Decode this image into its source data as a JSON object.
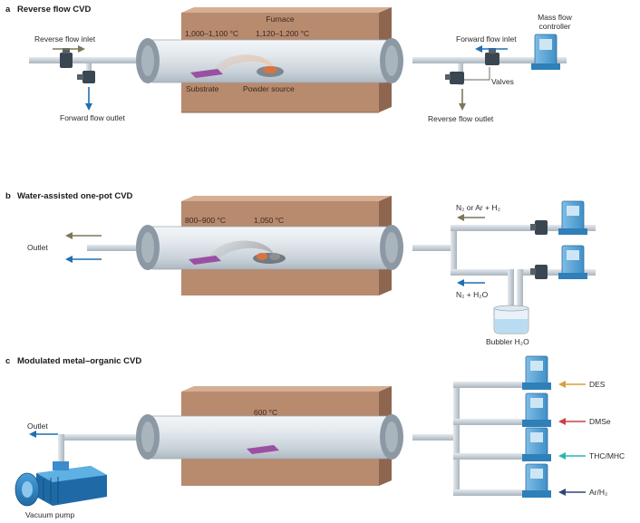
{
  "panel_a": {
    "letter": "a",
    "title": "Reverse flow CVD",
    "furnace": "Furnace",
    "temp_left": "1,000–1,100 °C",
    "temp_right": "1,120–1,200 °C",
    "substrate": "Substrate",
    "powder_source": "Powder source",
    "reverse_flow_inlet": "Reverse flow inlet",
    "forward_flow_outlet": "Forward flow outlet",
    "forward_flow_inlet": "Forward flow inlet",
    "reverse_flow_outlet": "Reverse flow outlet",
    "valves": "Valves",
    "mfc_line1": "Mass flow",
    "mfc_line2": "controller"
  },
  "panel_b": {
    "letter": "b",
    "title": "Water-assisted one-pot CVD",
    "temp_left": "800–900 °C",
    "temp_right": "1,050 °C",
    "outlet": "Outlet",
    "gas1": "N₂ or Ar + H₂",
    "gas2": "N₂ + H₂O",
    "bubbler": "Bubbler H₂O"
  },
  "panel_c": {
    "letter": "c",
    "title": "Modulated metal–organic CVD",
    "temp": "600 °C",
    "outlet": "Outlet",
    "vacuum_pump": "Vacuum pump",
    "precursors": [
      "DES",
      "DMSe",
      "THC/MHC",
      "Ar/H₂"
    ]
  },
  "colors": {
    "furnace": "#b88a6e",
    "tube": "#dfe5ea",
    "flange": "#8c99a4",
    "substrate": "#9b4fa3",
    "source": "#d9733f",
    "arrow_olive": "#7d7658",
    "arrow_blue": "#1f6fb2",
    "mfc": "#5aa3d6",
    "pipe": "#c6cfd6",
    "des": "#d4a13a",
    "dmse": "#c9414a",
    "thc": "#2bb5b5",
    "arh2": "#33447a"
  }
}
